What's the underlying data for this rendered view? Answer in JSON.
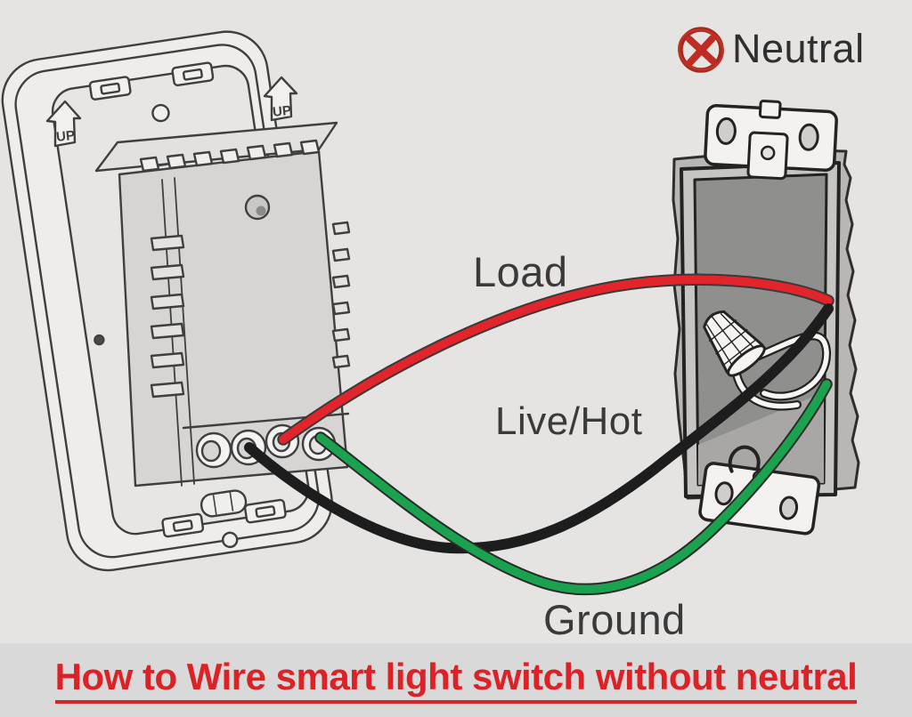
{
  "title": {
    "text": "How to Wire smart light switch without neutral",
    "color": "#db2227"
  },
  "labels": {
    "load": "Load",
    "live_hot": "Live/Hot",
    "ground": "Ground",
    "neutral": "Neutral",
    "up_marker": "UP"
  },
  "wires": {
    "load": {
      "label": "Load",
      "color": "#e2242b"
    },
    "live_hot": {
      "label": "Live/Hot",
      "color": "#1d1d1d"
    },
    "ground": {
      "label": "Ground",
      "color": "#1ba24e"
    },
    "neutral_capped": {
      "color": "#f7f6f4"
    }
  },
  "icons": {
    "no_neutral": {
      "circle_color": "#a8281e",
      "x_color": "#c02b22"
    }
  },
  "colors": {
    "diagram_background": "#e5e4e2",
    "title_bar_background": "#d9d9d9",
    "line_art": "#3f3f3f",
    "label_text": "#3a3a3a",
    "switch_module_gray": "#d6d5d3",
    "box_interior_gray": "#8f8f8d",
    "drywall_gray": "#b8b7b5"
  }
}
